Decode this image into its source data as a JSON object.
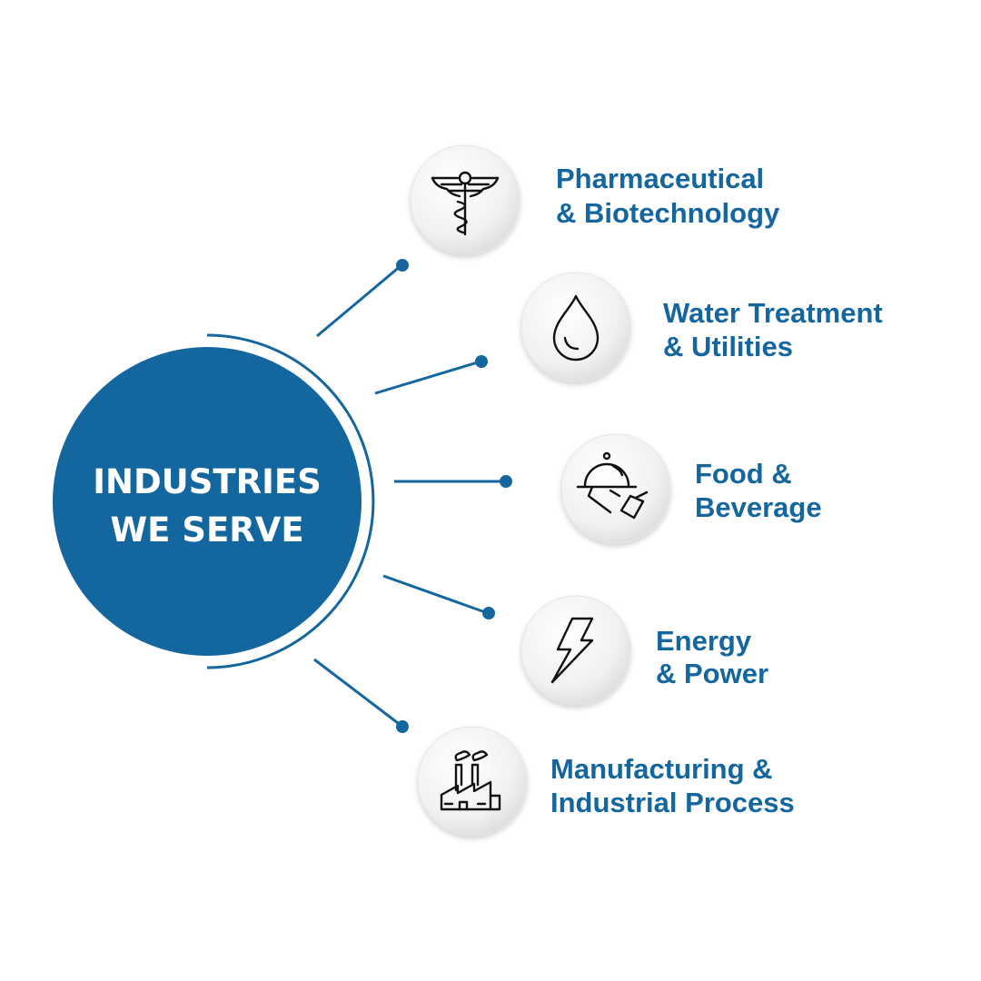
{
  "center": {
    "line1": "INDUSTRIES",
    "line2": "WE SERVE"
  },
  "colors": {
    "brand": "#14669e",
    "icon_bg": "#f2f2f2",
    "icon_stroke": "#111111"
  },
  "industries": [
    {
      "icon": "caduceus-icon",
      "line1": "Pharmaceutical",
      "line2": "& Biotechnology"
    },
    {
      "icon": "water-drop-icon",
      "line1": "Water Treatment",
      "line2": "& Utilities"
    },
    {
      "icon": "serving-cloche-icon",
      "line1": "Food &",
      "line2": "Beverage"
    },
    {
      "icon": "lightning-bolt-icon",
      "line1": "Energy",
      "line2": "& Power"
    },
    {
      "icon": "factory-icon",
      "line1": "Manufacturing &",
      "line2": "Industrial Process"
    }
  ]
}
